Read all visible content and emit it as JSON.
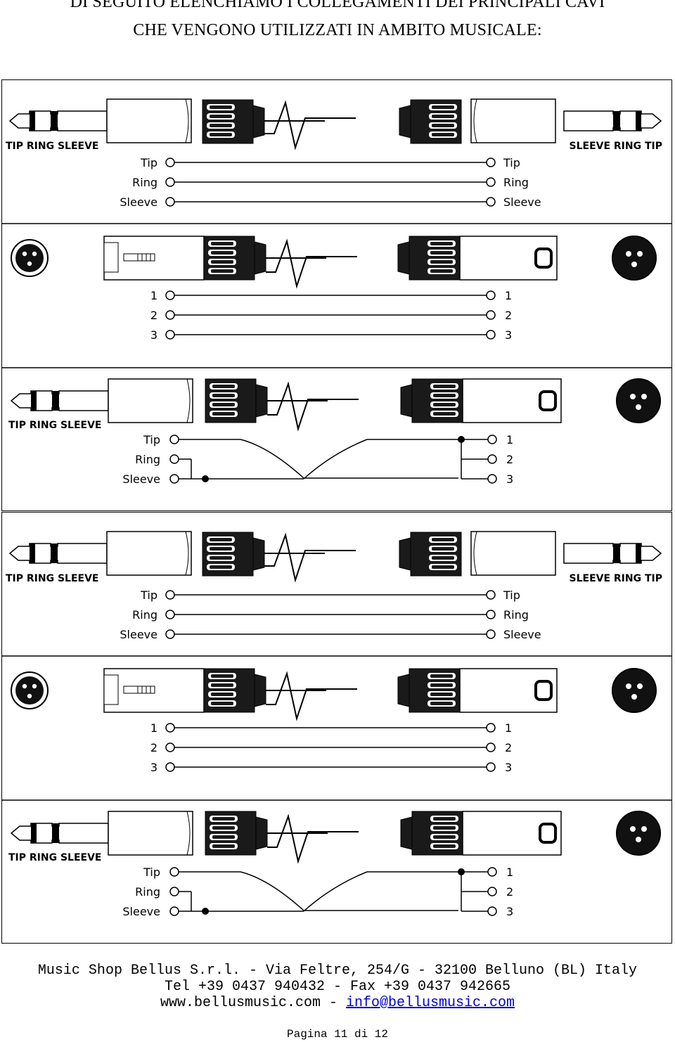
{
  "heading": {
    "line1": "DI SEGUITO ELENCHIAMO I COLLEGAMENTI DEI PRINCIPALI CAVI",
    "line2": "CHE VENGONO UTILIZZATI IN AMBITO MUSICALE:"
  },
  "labels": {
    "trs_left": "TIP RING SLEEVE",
    "trs_right": "SLEEVE RING TIP",
    "tip": "Tip",
    "ring": "Ring",
    "sleeve": "Sleeve",
    "pin1": "1",
    "pin2": "2",
    "pin3": "3"
  },
  "footer": {
    "line1": "Music Shop Bellus S.r.l. - Via Feltre, 254/G - 32100 Belluno (BL) Italy",
    "line2": "Tel +39 0437 940432 - Fax +39 0437 942665",
    "web": "www.bellusmusic.com - ",
    "email": "info@bellusmusic.com",
    "page": "Pagina 11 di 12"
  }
}
